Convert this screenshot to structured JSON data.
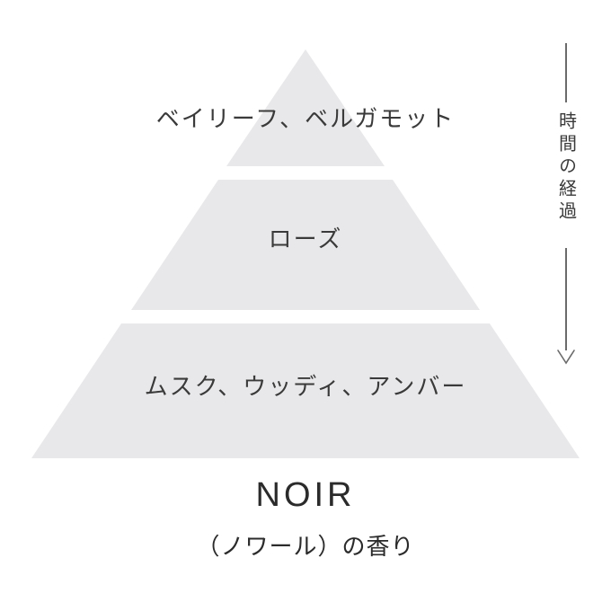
{
  "diagram": {
    "type": "fragrance-note-pyramid",
    "tiers": [
      {
        "position": "top",
        "label": "ベイリーフ、ベルガモット"
      },
      {
        "position": "middle",
        "label": "ローズ"
      },
      {
        "position": "bottom",
        "label": "ムスク、ウッディ、アンバー"
      }
    ],
    "timeline": {
      "label": "時間の経過",
      "direction": "down"
    },
    "product": {
      "name": "NOIR",
      "subtitle": "（ノワール）の香り"
    }
  },
  "colors": {
    "background": "#ffffff",
    "tier_fill": "#e8e8ea",
    "text": "#3a3a3a",
    "title_text": "#2b2b2b",
    "arrow": "#6b6b6b"
  }
}
